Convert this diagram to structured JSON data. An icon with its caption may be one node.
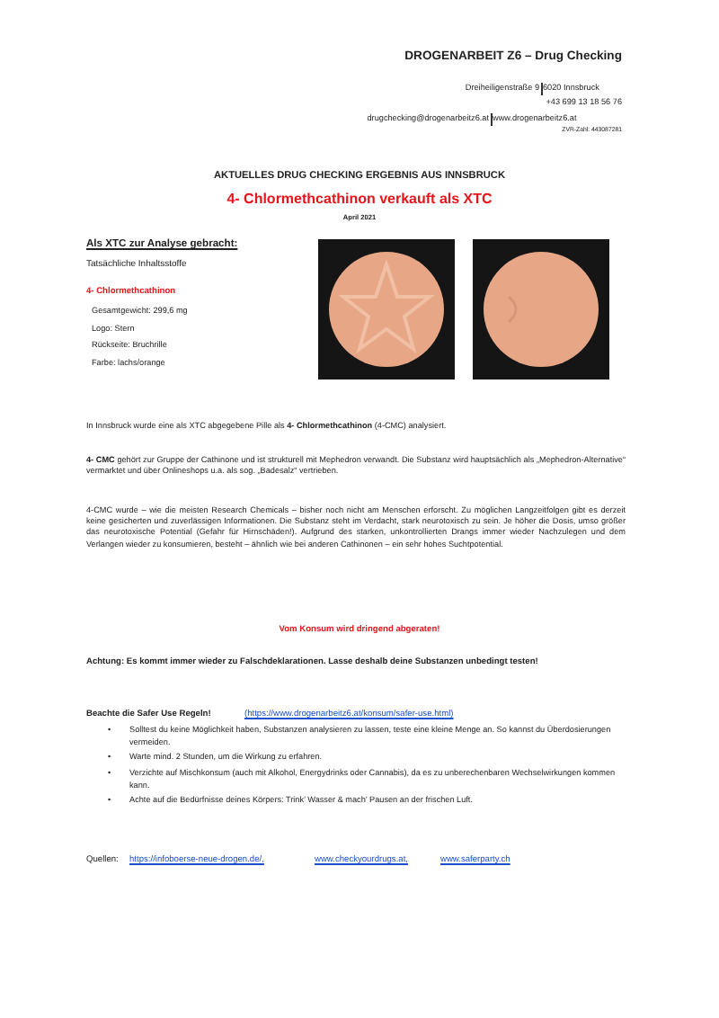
{
  "diagram": {
    "title": "AKTUELLES DRUG CHECKING ERGEBNIS AUS INNSBRUCK",
    "labels": [
      "DROGENARBEIT Z6 – Drug Checking",
      "Dreiheiligenstraße 9",
      "6020 Innsbruck",
      "+43 699 13 18 56 76",
      "drugchecking@drogenarbeitz6.at",
      "www.drogenarbeitz6.at",
      "ZVR-Zahl: 443087281",
      "4- Chlormethcathinon verkauft als XTC",
      "April 2021",
      "Als XTC zur Analyse gebracht:",
      "Tatsächliche Inhaltsstoffe",
      "4- Chlormethcathinon",
      "Gesamtgewicht: 299,6 mg",
      "Logo: Stern",
      "Rückseite: Bruchrille",
      "Farbe: lachs/orange",
      "In Innsbruck wurde eine als XTC abgegebene Pille als **4- Chlormethcathinon** (4-CMC) analysiert.",
      "**4- CMC** gehört zur Gruppe der Cathinone und ist strukturell mit Mephedron verwandt. Die Substanz wird hauptsächlich als „Mephedron-Alternative“ vermarktet und über Onlineshops u.a. als sog. „Badesalz“ vertrieben.",
      "4-CMC wurde – wie die meisten Research Chemicals – bisher noch nicht am Menschen erforscht. Zu möglichen Langzeitfolgen gibt es derzeit keine gesicherten und zuverlässigen Informationen. Die Substanz steht im Verdacht, stark neurotoxisch zu sein. Je höher die Dosis, umso größer das neurotoxische Potential (Gefahr für Hirnschäden!). Aufgrund des starken, unkontrollierten Drangs immer wieder Nachzulegen und dem Verlangen wieder zu konsumieren, besteht – ähnlich wie bei anderen Cathinonen – ein sehr hohes Suchtpotential.",
      "Vom Konsum wird dringend abgeraten!",
      "Achtung: Es kommt immer wieder zu Falschdeklarationen. Lasse deshalb deine Substanzen unbedingt testen!",
      "Beachte die Safer Use Regeln!",
      "(https://www.drogenarbeitz6.at/konsum/safer-use.html)",
      "• Solltest du keine Möglichkeit haben, Substanzen analysieren zu lassen, teste eine kleine Menge an. So kannst du Überdosierungen vermeiden.",
      "• Warte mind. 2 Stunden, um die Wirkung zu erfahren.",
      "• Verzichte auf Mischkonsum (auch mit Alkohol, Energydrinks oder Cannabis), da es zu unberechenbaren Wechselwirkungen kommen kann.",
      "• Achte auf die Bedürfnisse deines Körpers: Trink’ Wasser & mach’ Pausen an der frischen Luft.",
      "Quellen:",
      "https://infoboerse-neue-drogen.de/,",
      "www.checkyourdrugs.at,",
      "www.saferparty.ch"
    ]
  }
}
